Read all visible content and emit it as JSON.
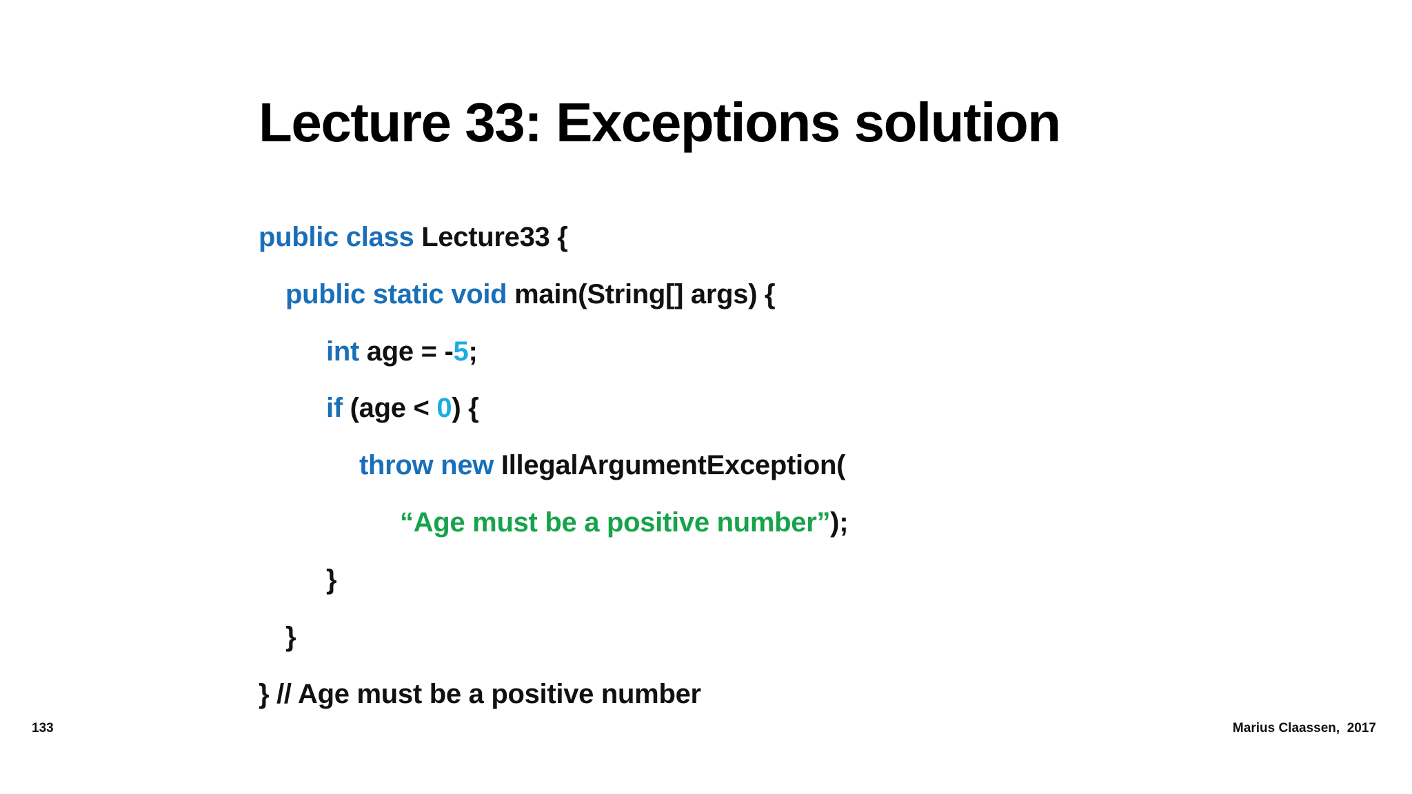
{
  "slide": {
    "title": "Lecture 33: Exceptions solution",
    "number": "133",
    "footer": "Marius Claassen,  2017"
  },
  "code": {
    "line1": {
      "kw": "public class ",
      "rest": "Lecture33 {"
    },
    "line2": {
      "kw": "public static void ",
      "rest": "main(String[] args) {"
    },
    "line3": {
      "kw": "int ",
      "pre": "age = -",
      "num": "5",
      "post": ";"
    },
    "line4": {
      "kw": "if ",
      "pre": "(age < ",
      "num": "0",
      "post": ") {"
    },
    "line5": {
      "kw": "throw new ",
      "rest": "IllegalArgumentException("
    },
    "line6": {
      "str": "“Age must be a positive number”",
      "rest": ");"
    },
    "line7": {
      "rest": "}"
    },
    "line8": {
      "rest": "}"
    },
    "line9": {
      "rest": "}  // Age must be a positive number"
    }
  }
}
